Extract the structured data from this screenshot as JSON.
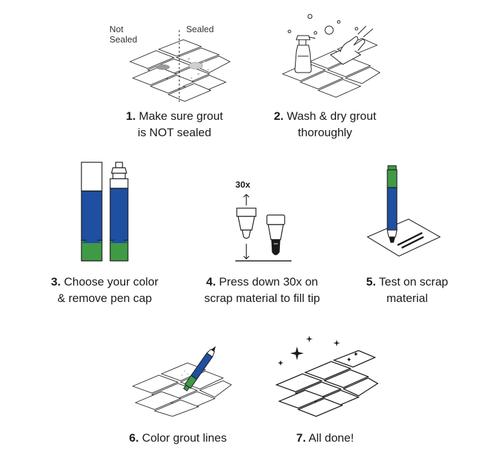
{
  "colors": {
    "ink": "#1a1a1a",
    "pen_blue": "#1f4fa0",
    "pen_green": "#3f9a45",
    "tile_fill": "#ffffff",
    "sealed_spot": "#bfbfbf"
  },
  "steps": [
    {
      "num": "1.",
      "line1": "Make sure grout",
      "line2": "is NOT sealed"
    },
    {
      "num": "2.",
      "line1": "Wash & dry grout",
      "line2": "thoroughly"
    },
    {
      "num": "3.",
      "line1": "Choose your color",
      "line2": "& remove pen cap"
    },
    {
      "num": "4.",
      "line1": "Press down 30x on",
      "line2": "scrap material to fill tip"
    },
    {
      "num": "5.",
      "line1": "Test on scrap",
      "line2": "material"
    },
    {
      "num": "6.",
      "line1": "Color grout lines",
      "line2": ""
    },
    {
      "num": "7.",
      "line1": "All done!",
      "line2": ""
    }
  ],
  "step1_labels": {
    "left": "Not Sealed",
    "right": "Sealed"
  },
  "step4_label": "30x",
  "icons": {
    "step1": "tile-compare-icon",
    "step2": "spray-wipe-icon",
    "step3": "marker-pens-icon",
    "step4": "pen-tip-press-icon",
    "step5": "pen-test-icon",
    "step6": "pen-coloring-tiles-icon",
    "step7": "sparkling-tiles-icon"
  }
}
